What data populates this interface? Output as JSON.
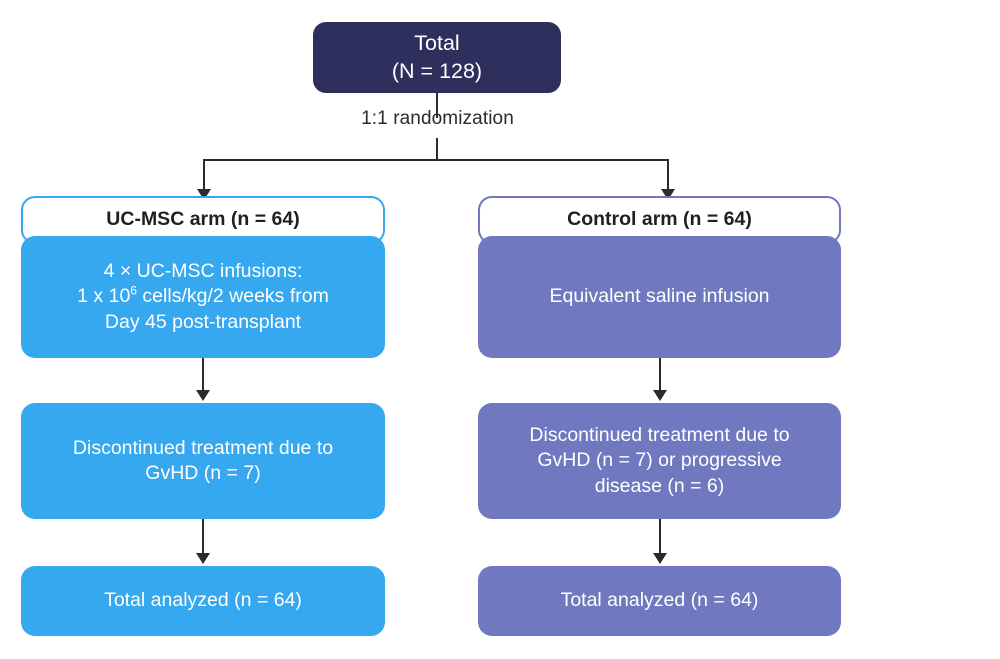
{
  "diagram": {
    "type": "consort-flow-diagram",
    "colors": {
      "navy": "#2f2f5e",
      "blue": "#35a8ef",
      "purple": "#7078c0",
      "connector": "#2b2b2b",
      "text_dark": "#231f20",
      "text_light": "#ffffff"
    },
    "total": {
      "line1": "Total",
      "line2": "(N = 128)"
    },
    "randomization_label": "1:1 randomization",
    "arms": [
      {
        "id": "uc-msc",
        "color": "#35a8ef",
        "header": "UC-MSC arm (n = 64)",
        "intervention": {
          "line1": "4 × UC-MSC infusions:",
          "line2_pre": "1 x 10",
          "line2_sup": "6",
          "line2_post": " cells/kg/2 weeks from",
          "line3": "Day 45 post-transplant"
        },
        "discontinued": {
          "line1": "Discontinued treatment due to",
          "line2": "GvHD (n = 7)",
          "line3": ""
        },
        "analyzed": "Total analyzed (n = 64)"
      },
      {
        "id": "control",
        "color": "#7078c0",
        "header": "Control arm (n = 64)",
        "intervention": {
          "line1": "Equivalent saline infusion",
          "line2_pre": "",
          "line2_sup": "",
          "line2_post": "",
          "line3": ""
        },
        "discontinued": {
          "line1": "Discontinued treatment due to",
          "line2": "GvHD (n = 7) or progressive",
          "line3": "disease (n = 6)"
        },
        "analyzed": "Total analyzed (n = 64)"
      }
    ]
  }
}
